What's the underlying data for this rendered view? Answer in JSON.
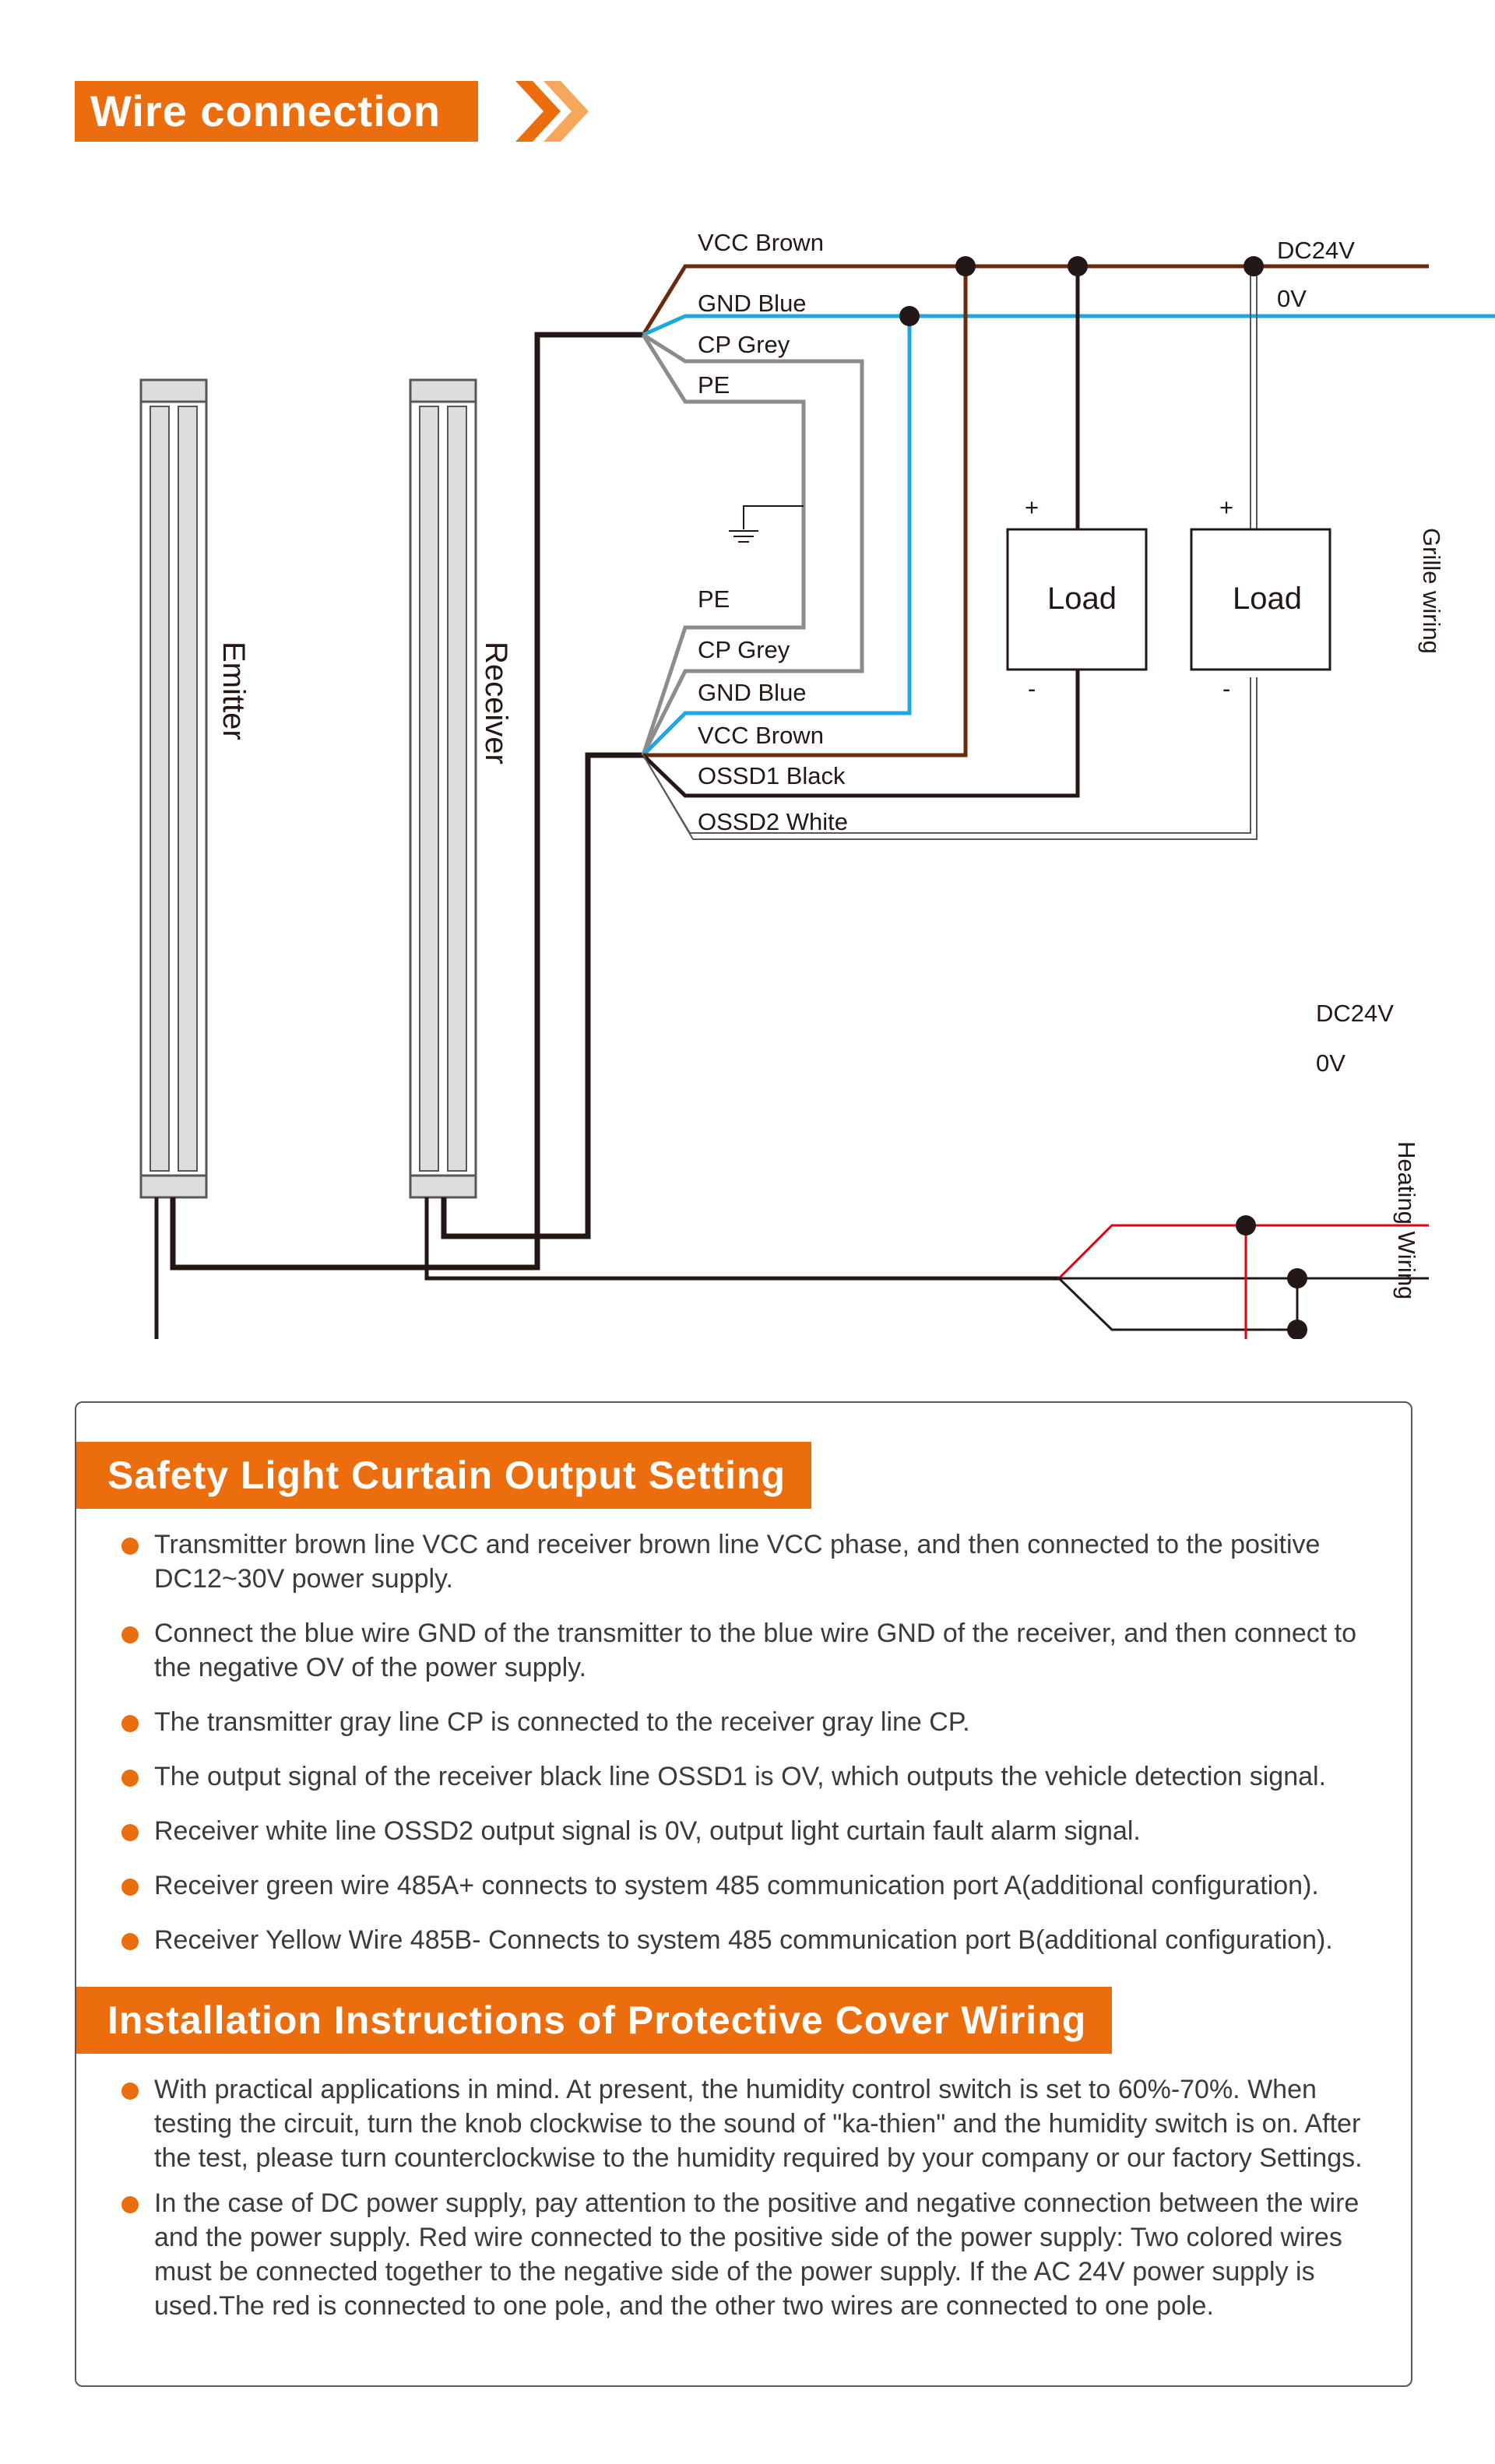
{
  "header": {
    "title": "Wire connection"
  },
  "diagram": {
    "emitter_label": "Emitter",
    "receiver_label": "Receiver",
    "top_wires": {
      "vcc": "VCC  Brown",
      "gnd": "GND  Blue",
      "cp": "CP  Grey",
      "pe": "PE"
    },
    "bottom_wires": {
      "pe": "PE",
      "cp": "CP  Grey",
      "gnd": "GND  Blue",
      "vcc": "VCC  Brown",
      "ossd1": "OSSD1 Black",
      "ossd2": "OSSD2 White"
    },
    "supply_top": {
      "dc24v": "DC24V",
      "zero_v": "0V"
    },
    "supply_heating": {
      "dc24v": "DC24V",
      "zero_v": "0V"
    },
    "load1": {
      "label": "Load",
      "plus": "+",
      "minus": "-"
    },
    "load2": {
      "label": "Load",
      "plus": "+",
      "minus": "-"
    },
    "grille_label": "Grille wiring",
    "heating_label": "Heating Wiring",
    "colors": {
      "brown": "#6b2a10",
      "blue": "#1ea7e1",
      "grey": "#8c8c8c",
      "black": "#231815",
      "red": "#e60012"
    }
  },
  "output_setting": {
    "title": "Safety Light Curtain Output Setting",
    "items": [
      "Transmitter brown line VCC and receiver brown line VCC phase, and then connected to the positive DC12~30V power supply.",
      "Connect the blue wire GND of the transmitter to the blue wire GND of the receiver, and then connect to the negative OV of the power supply.",
      "The transmitter gray line CP is connected to the receiver gray line CP.",
      "The output signal of the receiver black line OSSD1 is OV, which outputs the vehicle detection signal.",
      "Receiver white line OSSD2 output signal is 0V, output light curtain fault alarm signal.",
      "Receiver green wire 485A+ connects to system 485 communication port A(additional configuration).",
      "Receiver Yellow Wire 485B- Connects to system 485 communication port B(additional configuration)."
    ]
  },
  "cover_wiring": {
    "title": "Installation Instructions of Protective Cover Wiring",
    "items": [
      "With practical applications in mind. At present, the humidity control switch is set to 60%-70%. When testing the circuit, turn the knob clockwise to the sound of \"ka-thien\" and the humidity switch is on.   After the test, please turn counterclockwise to the humidity required by your company or our factory Settings.",
      "In the case of DC power supply, pay attention to the positive and negative connection between the wire and the power supply. Red wire connected to the positive side of the power supply: Two colored wires must be connected together to the negative side of the power supply. If the AC 24V power supply is used.The red is connected to one pole, and the other two wires are connected to one pole."
    ]
  }
}
